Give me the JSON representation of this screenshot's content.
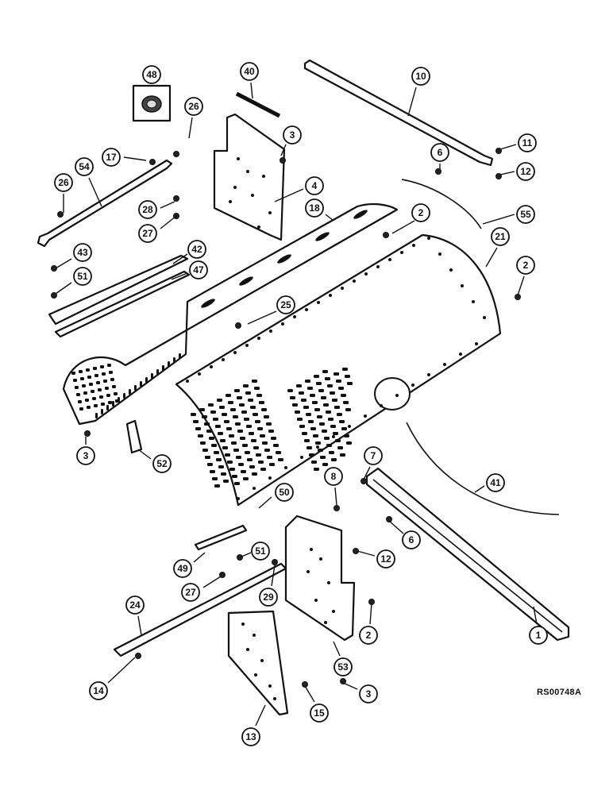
{
  "diagram": {
    "reference_code": "RS00748A",
    "callouts": [
      {
        "id": "c48",
        "label": "48"
      },
      {
        "id": "c40",
        "label": "40"
      },
      {
        "id": "c10",
        "label": "10"
      },
      {
        "id": "c26a",
        "label": "26"
      },
      {
        "id": "c17",
        "label": "17"
      },
      {
        "id": "c3a",
        "label": "3"
      },
      {
        "id": "c11",
        "label": "11"
      },
      {
        "id": "c6a",
        "label": "6"
      },
      {
        "id": "c12a",
        "label": "12"
      },
      {
        "id": "c54",
        "label": "54"
      },
      {
        "id": "c26b",
        "label": "26"
      },
      {
        "id": "c4",
        "label": "4"
      },
      {
        "id": "c28",
        "label": "28"
      },
      {
        "id": "c27a",
        "label": "27"
      },
      {
        "id": "c18",
        "label": "18"
      },
      {
        "id": "c2a",
        "label": "2"
      },
      {
        "id": "c55",
        "label": "55"
      },
      {
        "id": "c21",
        "label": "21"
      },
      {
        "id": "c43",
        "label": "43"
      },
      {
        "id": "c42",
        "label": "42"
      },
      {
        "id": "c2b",
        "label": "2"
      },
      {
        "id": "c47",
        "label": "47"
      },
      {
        "id": "c51a",
        "label": "51"
      },
      {
        "id": "c25",
        "label": "25"
      },
      {
        "id": "c3b",
        "label": "3"
      },
      {
        "id": "c52",
        "label": "52"
      },
      {
        "id": "c7",
        "label": "7"
      },
      {
        "id": "c8",
        "label": "8"
      },
      {
        "id": "c41",
        "label": "41"
      },
      {
        "id": "c50",
        "label": "50"
      },
      {
        "id": "c6b",
        "label": "6"
      },
      {
        "id": "c51b",
        "label": "51"
      },
      {
        "id": "c12b",
        "label": "12"
      },
      {
        "id": "c49",
        "label": "49"
      },
      {
        "id": "c27b",
        "label": "27"
      },
      {
        "id": "c29",
        "label": "29"
      },
      {
        "id": "c24",
        "label": "24"
      },
      {
        "id": "c2c",
        "label": "2"
      },
      {
        "id": "c1",
        "label": "1"
      },
      {
        "id": "c53",
        "label": "53"
      },
      {
        "id": "c14",
        "label": "14"
      },
      {
        "id": "c15",
        "label": "15"
      },
      {
        "id": "c3c",
        "label": "3"
      },
      {
        "id": "c13",
        "label": "13"
      }
    ]
  }
}
